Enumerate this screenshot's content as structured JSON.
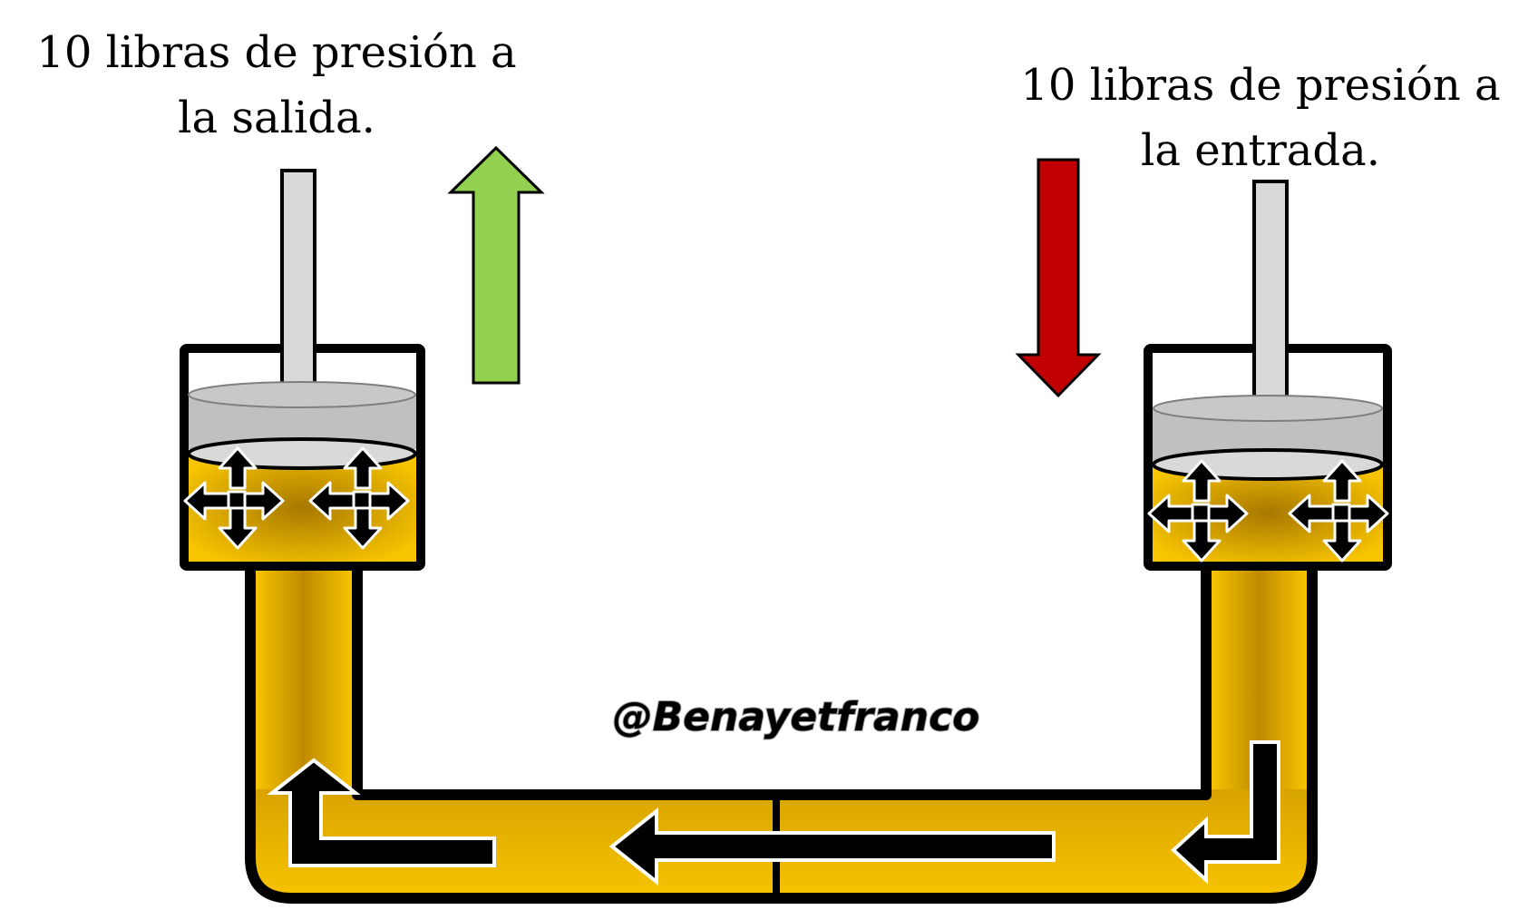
{
  "labels": {
    "outlet": {
      "line1": "10 libras de presión a",
      "line2": "la salida."
    },
    "inlet": {
      "line1": "10 libras de presión a",
      "line2": "la entrada."
    }
  },
  "watermark": "@Benayetfranco",
  "colors": {
    "fluid": "#f5b800",
    "fluid_dark": "#b98500",
    "outline": "#000000",
    "piston": "#c0c0c0",
    "rod": "#d9d9d9",
    "arrow_up": "#92d050",
    "arrow_down": "#c00000"
  },
  "icons": [
    "arrow-up-icon",
    "arrow-down-icon",
    "pressure-arrows-icon",
    "flow-arrow-icon"
  ]
}
